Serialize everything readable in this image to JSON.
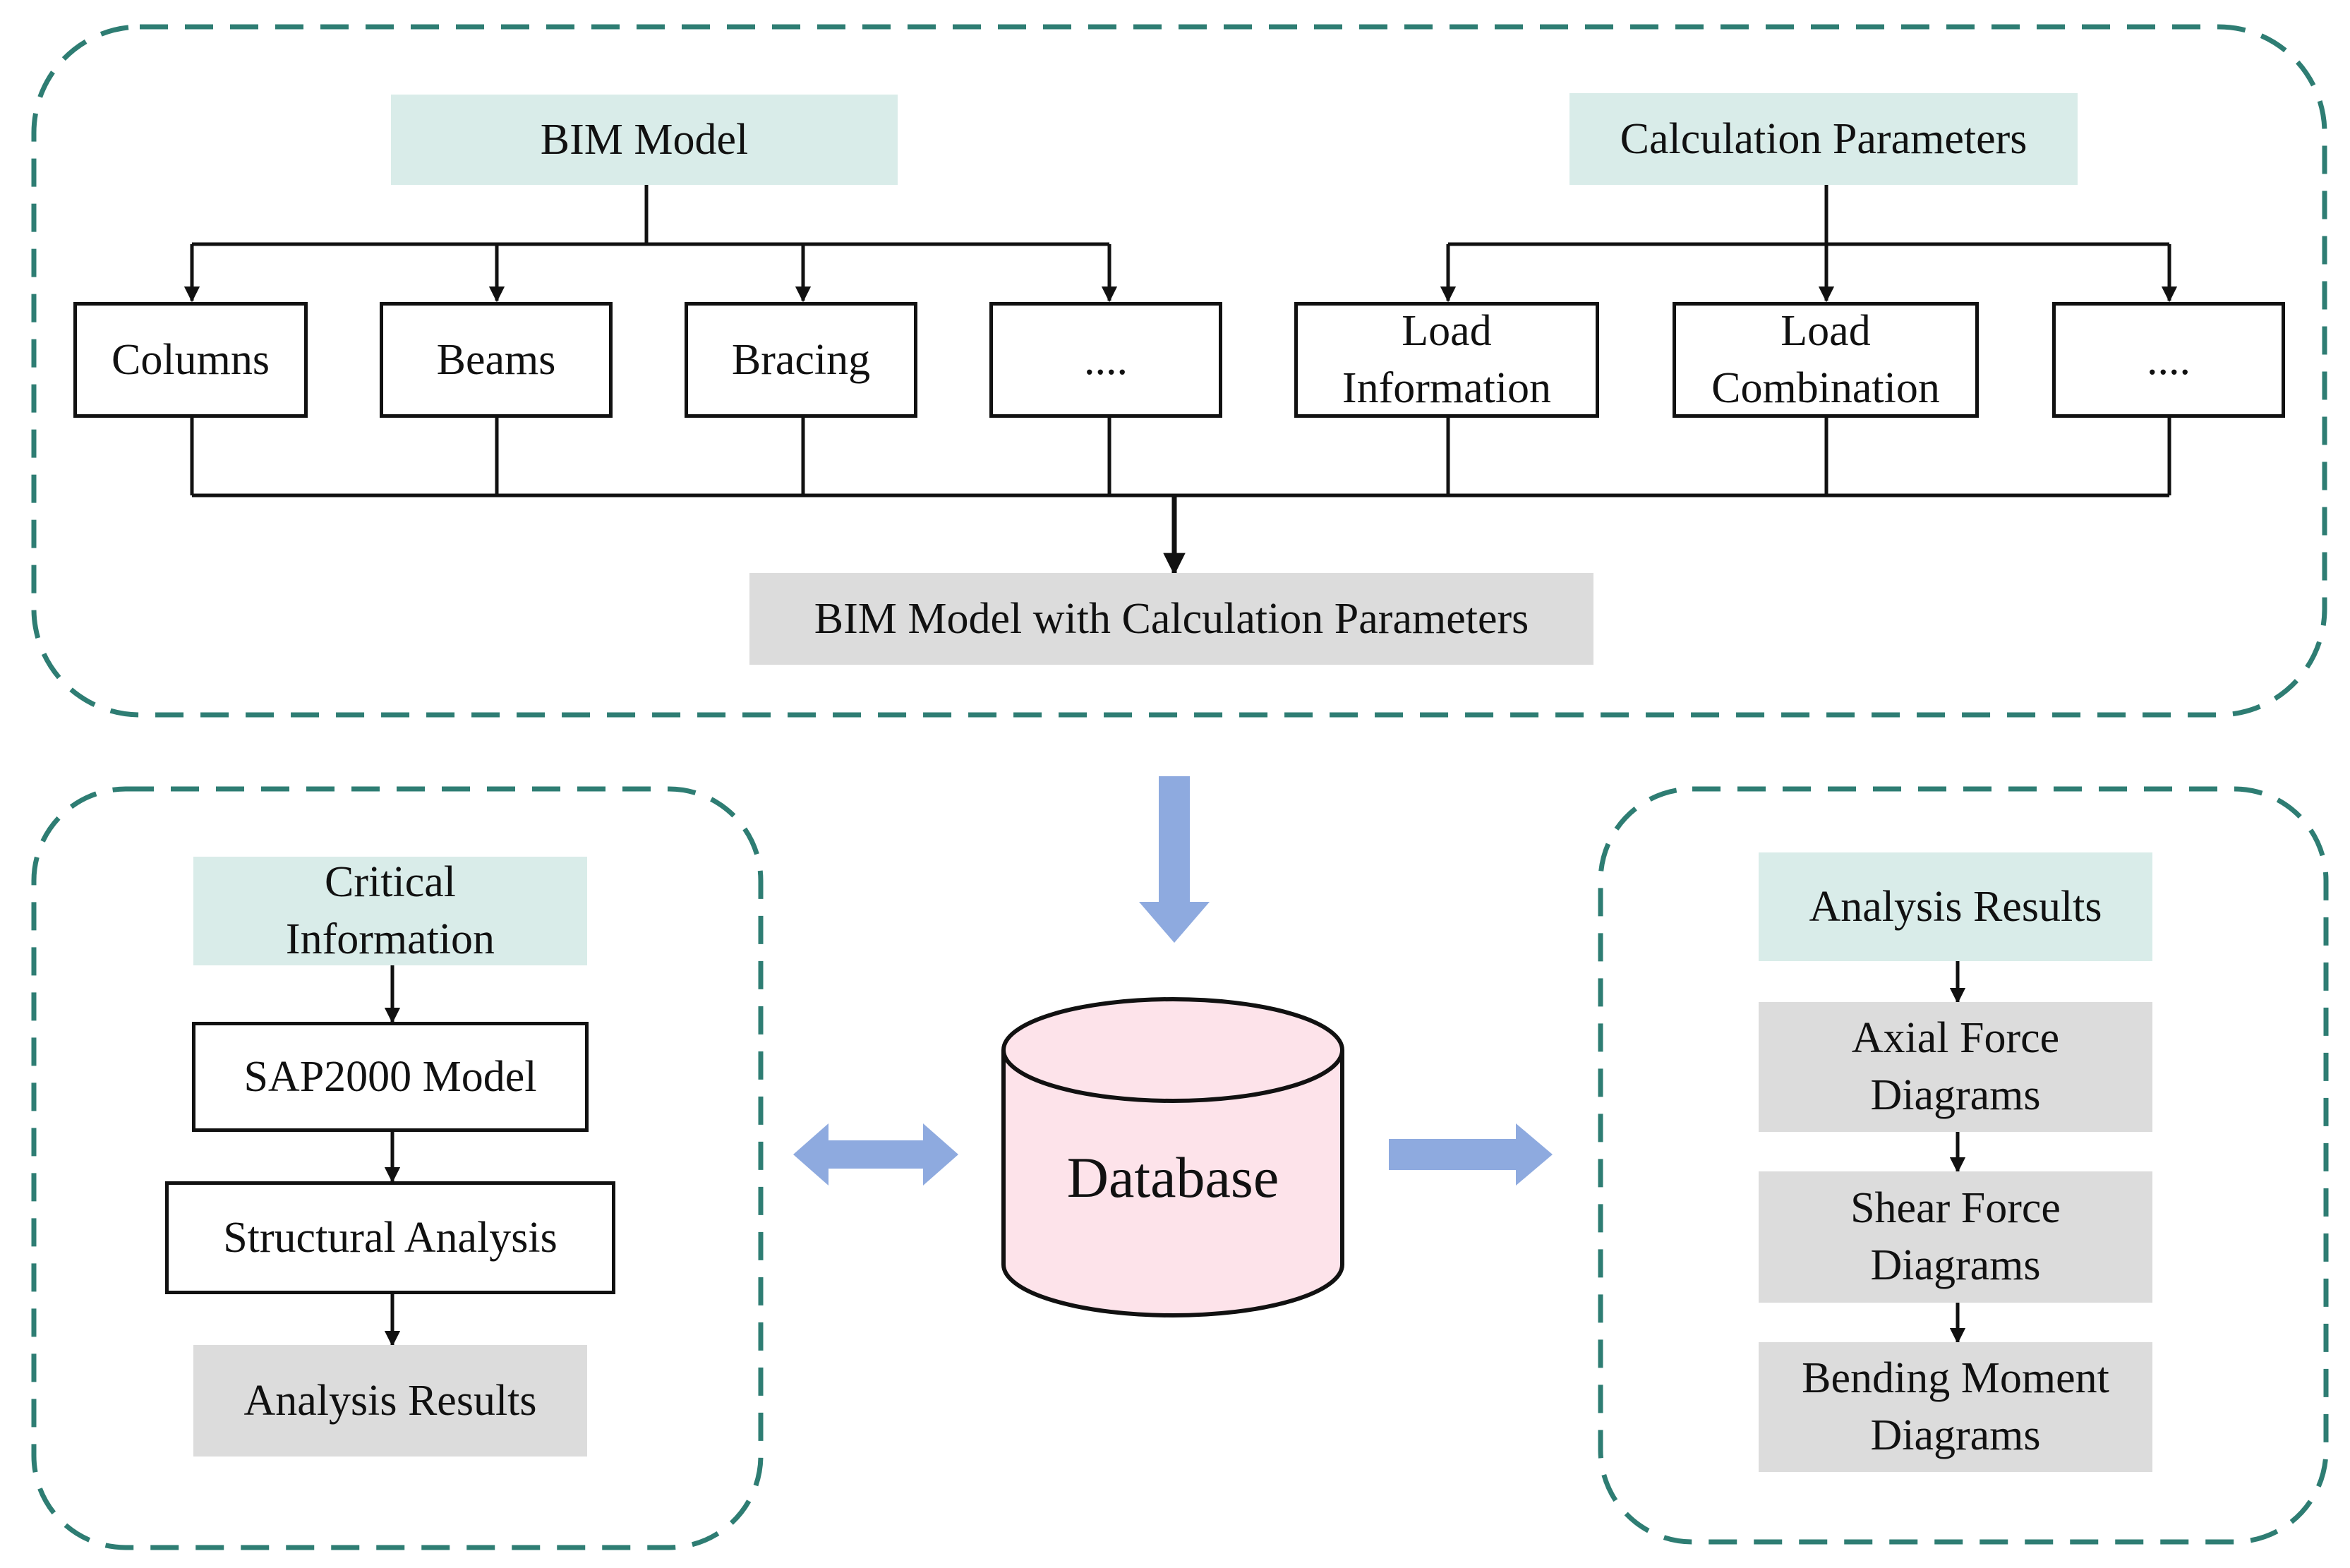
{
  "colors": {
    "dashed_border": "#2e7d73",
    "teal_fill": "#d9ece9",
    "gray_fill": "#dcdcdc",
    "arrow_blue": "#8eaadf",
    "database_fill": "#fde3ea",
    "line": "#111111"
  },
  "top": {
    "bim_model": "BIM Model",
    "calc_params": "Calculation Parameters",
    "columns": "Columns",
    "beams": "Beams",
    "bracing": "Bracing",
    "more_left": "....",
    "load_info": "Load\nInformation",
    "load_comb": "Load\nCombination",
    "more_right": "....",
    "merged": "BIM Model with Calculation Parameters"
  },
  "left": {
    "critical": "Critical\nInformation",
    "sap_model": "SAP2000 Model",
    "structural": "Structural Analysis",
    "results": "Analysis Results"
  },
  "center": {
    "database": "Database"
  },
  "right": {
    "results": "Analysis Results",
    "axial": "Axial Force\nDiagrams",
    "shear": "Shear Force\nDiagrams",
    "bending": "Bending Moment\nDiagrams"
  }
}
